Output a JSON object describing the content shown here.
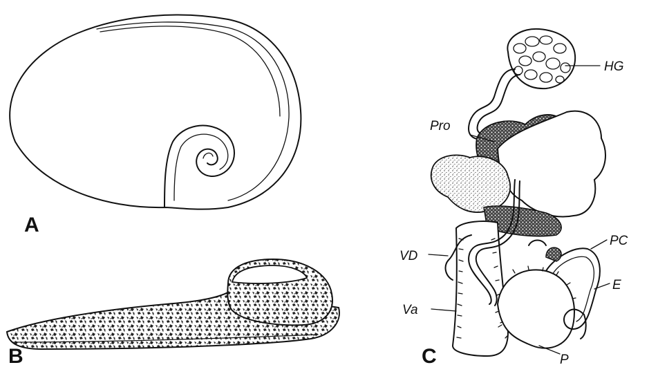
{
  "panels": [
    {
      "letter": "A"
    },
    {
      "letter": "B"
    },
    {
      "letter": "C"
    }
  ],
  "labels": {
    "hg": "HG",
    "pro": "Pro",
    "vd": "VD",
    "va": "Va",
    "pc": "PC",
    "e": "E",
    "p": "P"
  }
}
